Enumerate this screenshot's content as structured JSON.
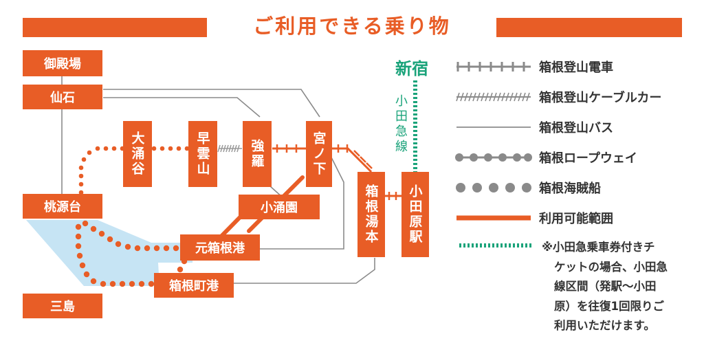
{
  "title": "ご利用できる乗り物",
  "colors": {
    "accent": "#e85d26",
    "odakyu": "#1aa37a",
    "lake": "#c6e4f4",
    "lines": "#8a8a8a"
  },
  "stations": {
    "gotemba": "御殿場",
    "sengoku": "仙石",
    "owakudani": "大涌谷",
    "sounzan": "早雲山",
    "gora": "強羅",
    "miyanoshita": "宮ノ下",
    "kowakien": "小涌園",
    "togendai": "桃源台",
    "motohakone": "元箱根港",
    "hakonemachi": "箱根町港",
    "mishima": "三島",
    "yumoto": "箱根湯本",
    "odawara": "小田原駅",
    "shinjuku": "新宿",
    "odakyu_line": "小田急線"
  },
  "legend": [
    {
      "icon": "railway-icon",
      "label": "箱根登山電車"
    },
    {
      "icon": "cable-car-icon",
      "label": "箱根登山ケーブルカー"
    },
    {
      "icon": "bus-icon",
      "label": "箱根登山バス"
    },
    {
      "icon": "ropeway-icon",
      "label": "箱根ロープウェイ"
    },
    {
      "icon": "pirate-ship-icon",
      "label": "箱根海賊船"
    },
    {
      "icon": "usable-area-icon",
      "label": "利用可能範囲"
    }
  ],
  "note": {
    "line1": "※小田急乗車券付きチ",
    "line2": "ケットの場合、小田急",
    "line3": "線区間（発駅〜小田",
    "line4": "原）を往復1回限りご",
    "line5": "利用いただけます。"
  }
}
